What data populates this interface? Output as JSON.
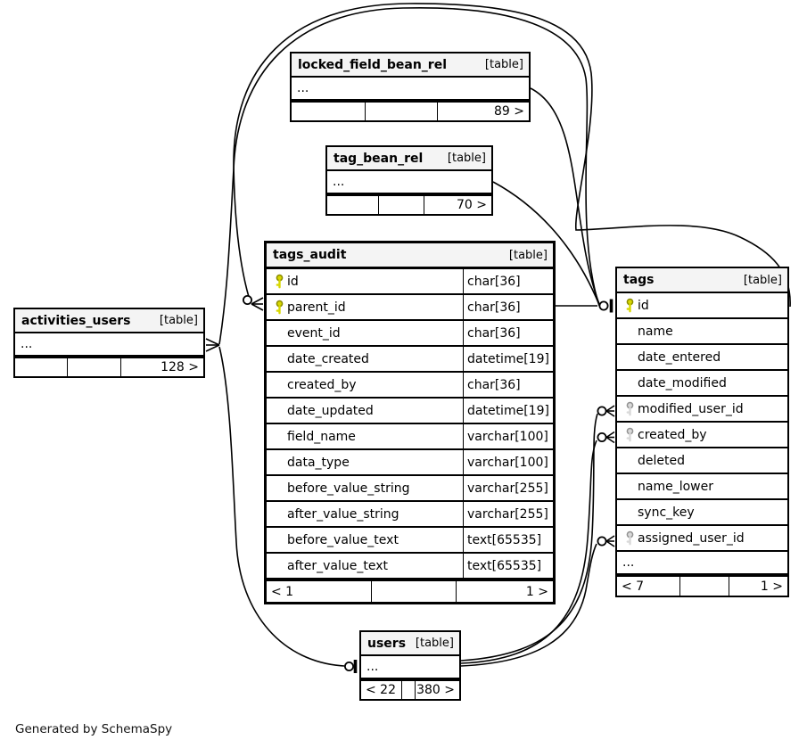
{
  "caption": "Generated by SchemaSpy",
  "badge_label": "[table]",
  "collapsed_marker": "...",
  "tables": [
    {
      "id": "locked_field_bean_rel",
      "name": "locked_field_bean_rel",
      "badge": "[table]",
      "collapsed": true,
      "footer": [
        "",
        "",
        "89 >"
      ]
    },
    {
      "id": "tag_bean_rel",
      "name": "tag_bean_rel",
      "badge": "[table]",
      "collapsed": true,
      "footer": [
        "",
        "",
        "70 >"
      ]
    },
    {
      "id": "activities_users",
      "name": "activities_users",
      "badge": "[table]",
      "collapsed": true,
      "footer": [
        "",
        "",
        "128 >"
      ]
    },
    {
      "id": "tags_audit",
      "name": "tags_audit",
      "badge": "[table]",
      "columns": [
        {
          "name": "id",
          "type": "char[36]",
          "key": "pk"
        },
        {
          "name": "parent_id",
          "type": "char[36]",
          "key": "pk"
        },
        {
          "name": "event_id",
          "type": "char[36]",
          "key": null
        },
        {
          "name": "date_created",
          "type": "datetime[19]",
          "key": null
        },
        {
          "name": "created_by",
          "type": "char[36]",
          "key": null
        },
        {
          "name": "date_updated",
          "type": "datetime[19]",
          "key": null
        },
        {
          "name": "field_name",
          "type": "varchar[100]",
          "key": null
        },
        {
          "name": "data_type",
          "type": "varchar[100]",
          "key": null
        },
        {
          "name": "before_value_string",
          "type": "varchar[255]",
          "key": null
        },
        {
          "name": "after_value_string",
          "type": "varchar[255]",
          "key": null
        },
        {
          "name": "before_value_text",
          "type": "text[65535]",
          "key": null
        },
        {
          "name": "after_value_text",
          "type": "text[65535]",
          "key": null
        }
      ],
      "footer": [
        "< 1",
        "",
        "1 >"
      ]
    },
    {
      "id": "tags",
      "name": "tags",
      "badge": "[table]",
      "columns": [
        {
          "name": "id",
          "key": "pk"
        },
        {
          "name": "name",
          "key": null
        },
        {
          "name": "date_entered",
          "key": null
        },
        {
          "name": "date_modified",
          "key": null
        },
        {
          "name": "modified_user_id",
          "key": "fk"
        },
        {
          "name": "created_by",
          "key": "fk"
        },
        {
          "name": "deleted",
          "key": null
        },
        {
          "name": "name_lower",
          "key": null
        },
        {
          "name": "sync_key",
          "key": null
        },
        {
          "name": "assigned_user_id",
          "key": "fk"
        }
      ],
      "has_ellipsis": true,
      "footer": [
        "< 7",
        "",
        "1 >"
      ]
    },
    {
      "id": "users",
      "name": "users",
      "badge": "[table]",
      "collapsed": true,
      "footer": [
        "< 22",
        "",
        "380 >"
      ]
    }
  ],
  "connectors": [
    {
      "id": "locked_field_bean_rel--tags-id",
      "from": "locked_field_bean_rel",
      "to": "tags.id"
    },
    {
      "id": "tag_bean_rel--tags-id",
      "from": "tag_bean_rel",
      "to": "tags.id"
    },
    {
      "id": "activities_users--tags-id-loop",
      "from": "activities_users",
      "to": "tags.id"
    },
    {
      "id": "tags_audit-parent_id--tags-id-loop",
      "from": "tags_audit.parent_id",
      "to": "tags.id"
    },
    {
      "id": "tags_audit-parent_id--tags-id",
      "from": "tags_audit.parent_id",
      "to": "tags.id"
    },
    {
      "id": "activities_users--users-id",
      "from": "activities_users",
      "to": "users.id"
    },
    {
      "id": "tags-modified_user_id--users-id",
      "from": "tags.modified_user_id",
      "to": "users.id"
    },
    {
      "id": "tags-created_by--users-id",
      "from": "tags.created_by",
      "to": "users.id"
    },
    {
      "id": "tags-assigned_user_id--users-id",
      "from": "tags.assigned_user_id",
      "to": "users.id"
    }
  ],
  "colors": {
    "pk_key_fill": "#d8d800",
    "pk_key_stroke": "#8a8a00",
    "fk_key_fill": "#d9d9d9",
    "fk_key_stroke": "#929292",
    "header_bg": "#f4f4f4",
    "line": "#000000"
  }
}
